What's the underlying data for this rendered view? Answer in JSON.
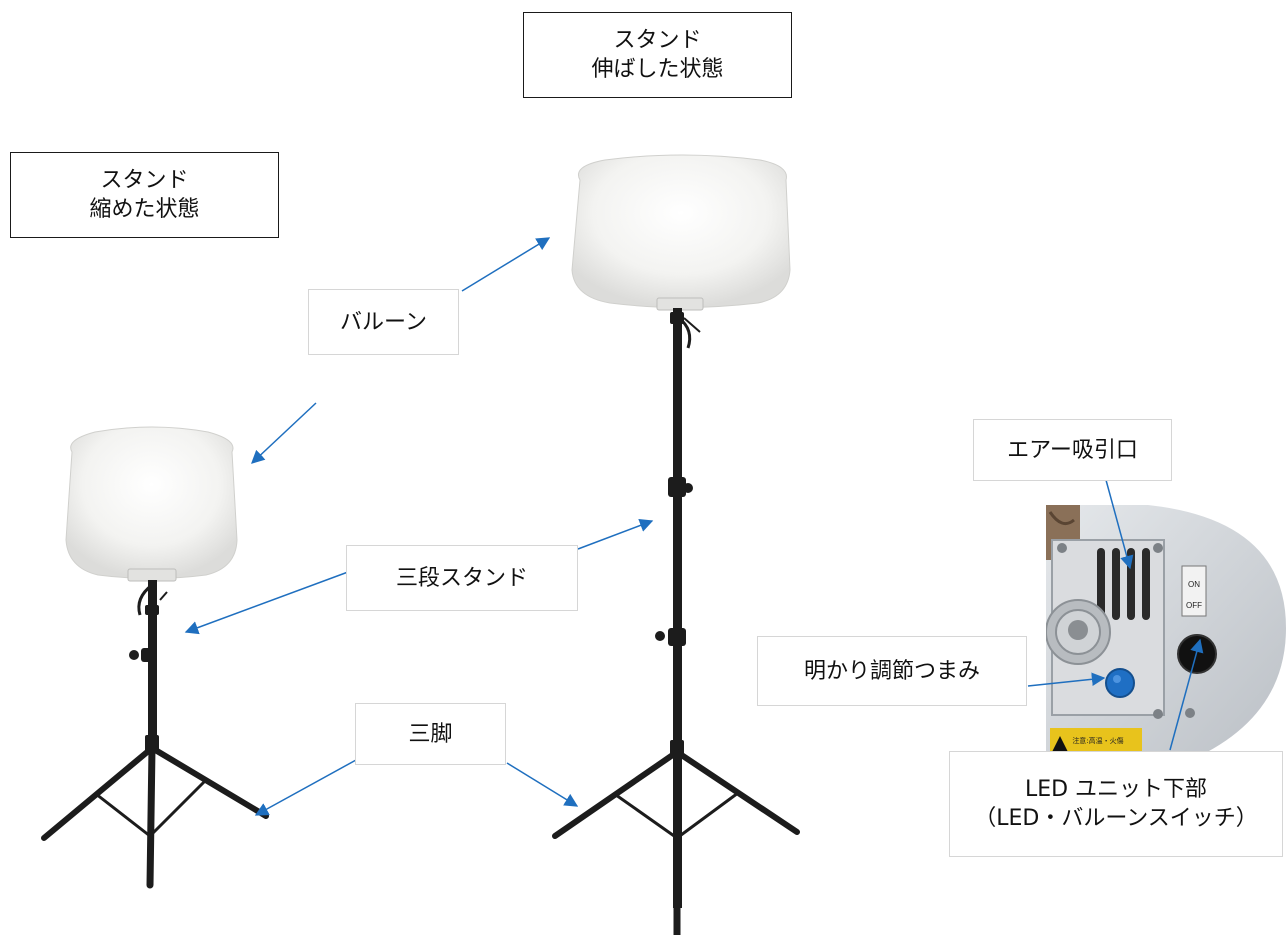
{
  "titles": {
    "retracted": {
      "line1": "スタンド",
      "line2": "縮めた状態"
    },
    "extended": {
      "line1": "スタンド",
      "line2": "伸ばした状態"
    }
  },
  "labels": {
    "balloon": "バルーン",
    "three_stage_stand": "三段スタンド",
    "tripod": "三脚",
    "air_intake": "エアー吸引口",
    "brightness_knob": "明かり調節つまみ",
    "led_unit_bottom": {
      "line1": "LED ユニット下部",
      "line2": "（LED・バルーンスイッチ）"
    }
  },
  "device_panel": {
    "switch_on": "ON",
    "switch_off": "OFF",
    "caution_text": "注意:高温・火傷"
  },
  "colors": {
    "arrow": "#1f6fbf",
    "balloon": "#f4f4f2",
    "stand": "#1c1c1c",
    "knob": "#1f6fc4"
  }
}
